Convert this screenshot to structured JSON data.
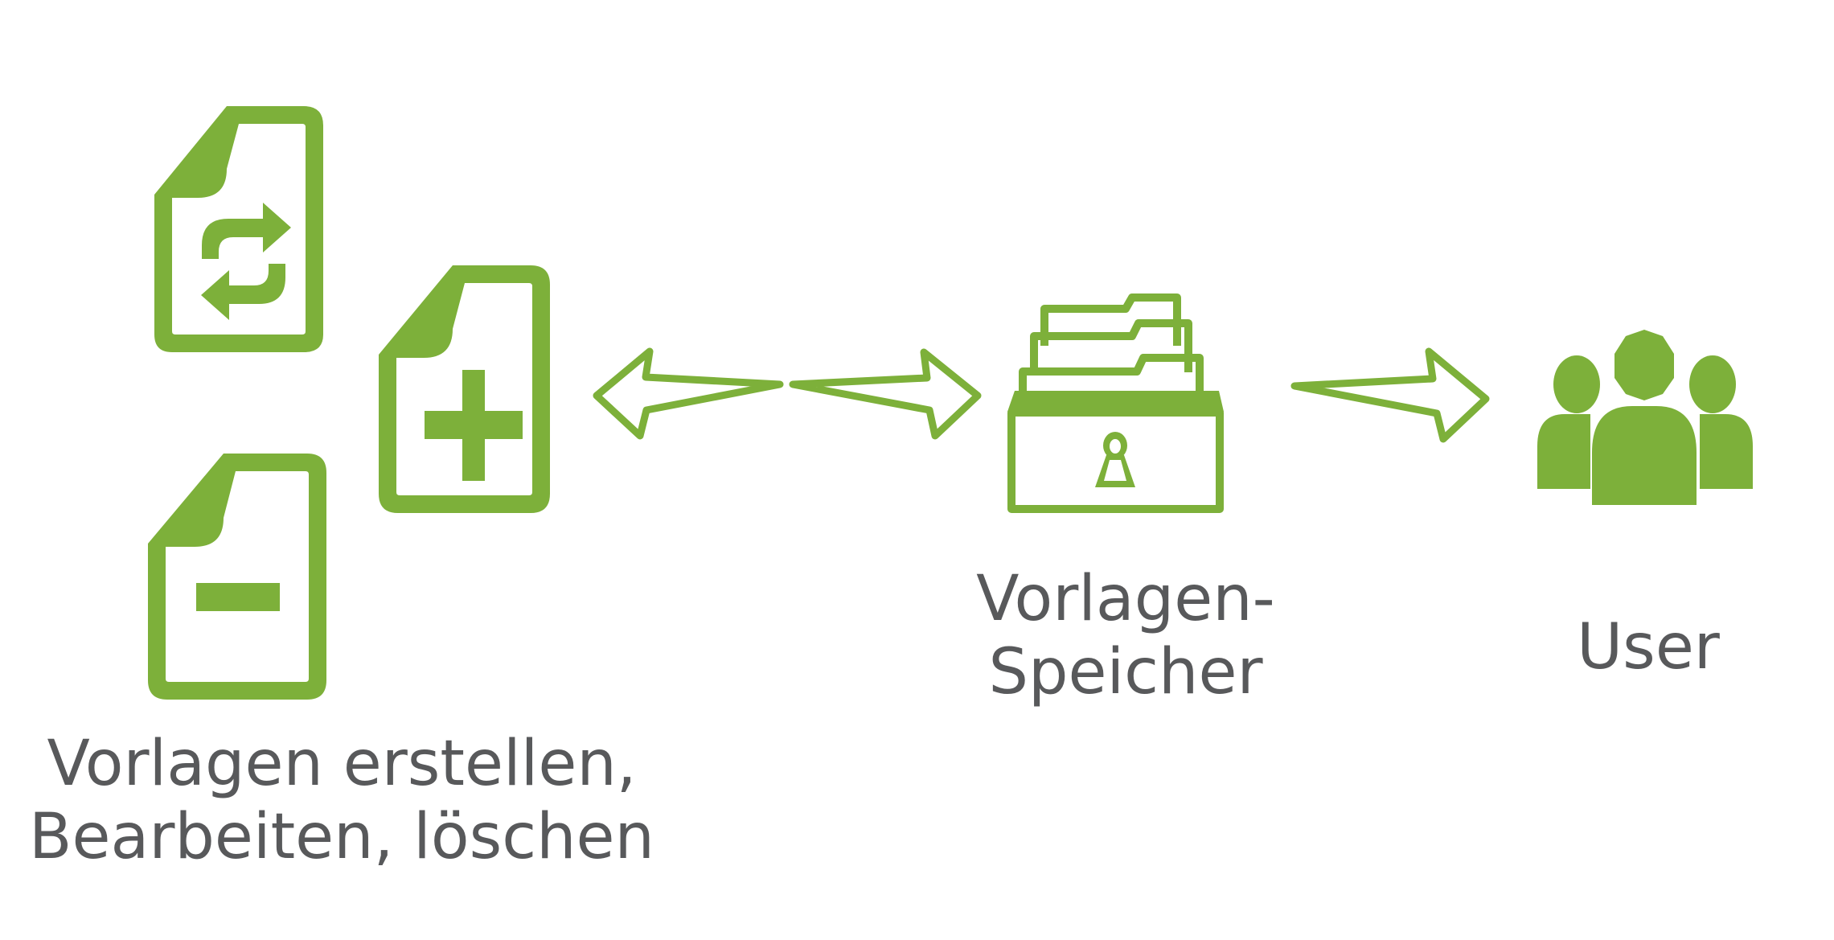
{
  "colors": {
    "accent": "#7db03a",
    "text": "#58595b",
    "background": "#ffffff"
  },
  "labels": {
    "left": [
      "Vorlagen erstellen,",
      "Bearbeiten, löschen"
    ],
    "middle": [
      "Vorlagen-",
      "Speicher"
    ],
    "right": "User"
  },
  "icons": {
    "doc_refresh": "document-refresh-icon",
    "doc_add": "document-add-icon",
    "doc_remove": "document-remove-icon",
    "storage": "card-file-box-icon",
    "users": "users-group-icon",
    "arrow_both": "double-headed-arrow-icon",
    "arrow_right": "arrow-right-icon"
  }
}
